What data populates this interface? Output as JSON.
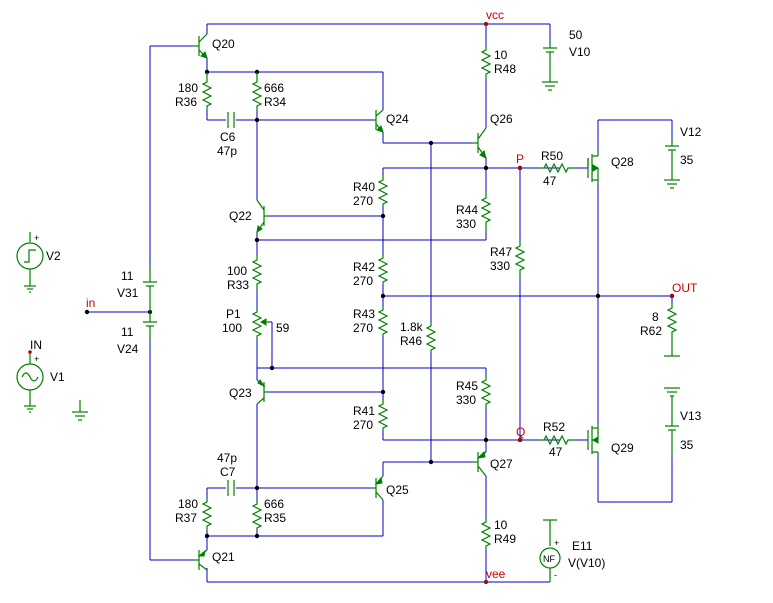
{
  "nets": {
    "vcc": "vcc",
    "vee": "vee",
    "in": "in",
    "out": "OUT",
    "p": "P",
    "q": "Q",
    "in_source": "IN"
  },
  "labels": {
    "Q20": "Q20",
    "Q21": "Q21",
    "Q22": "Q22",
    "Q23": "Q23",
    "Q24": "Q24",
    "Q25": "Q25",
    "Q26": "Q26",
    "Q27": "Q27",
    "Q28": "Q28",
    "Q29": "Q29",
    "R36_val": "180",
    "R36": "R36",
    "R34_val": "666",
    "R34": "R34",
    "R37_val": "180",
    "R37": "R37",
    "R35_val": "666",
    "R35": "R35",
    "C6": "C6",
    "C6_val": "47p",
    "C7_val": "47p",
    "C7": "C7",
    "R33_val": "100",
    "R33": "R33",
    "P1": "P1",
    "P1_val": "100",
    "P1_pos": "59",
    "R48_val": "10",
    "R48": "R48",
    "R49_val": "10",
    "R49": "R49",
    "R40": "R40",
    "R40_val": "270",
    "R42": "R42",
    "R42_val": "270",
    "R43": "R43",
    "R43_val": "270",
    "R41": "R41",
    "R41_val": "270",
    "R44": "R44",
    "R44_val": "330",
    "R45": "R45",
    "R45_val": "330",
    "R47": "R47",
    "R47_val": "330",
    "R46_val": "1.8k",
    "R46": "R46",
    "R50": "R50",
    "R50_val": "47",
    "R52": "R52",
    "R52_val": "47",
    "R62_val": "8",
    "R62": "R62",
    "V10_val": "50",
    "V10": "V10",
    "V12": "V12",
    "V12_val": "35",
    "V13": "V13",
    "V13_val": "35",
    "V31_val": "11",
    "V31": "V31",
    "V24_val": "11",
    "V24": "V24",
    "V2": "V2",
    "V1": "V1",
    "E11": "E11",
    "E11_val": "V(V10)",
    "NF": "NF"
  },
  "colors": {
    "wire": "#0000cc",
    "component": "#008000",
    "net_label": "#cc0000",
    "text": "#000000"
  }
}
